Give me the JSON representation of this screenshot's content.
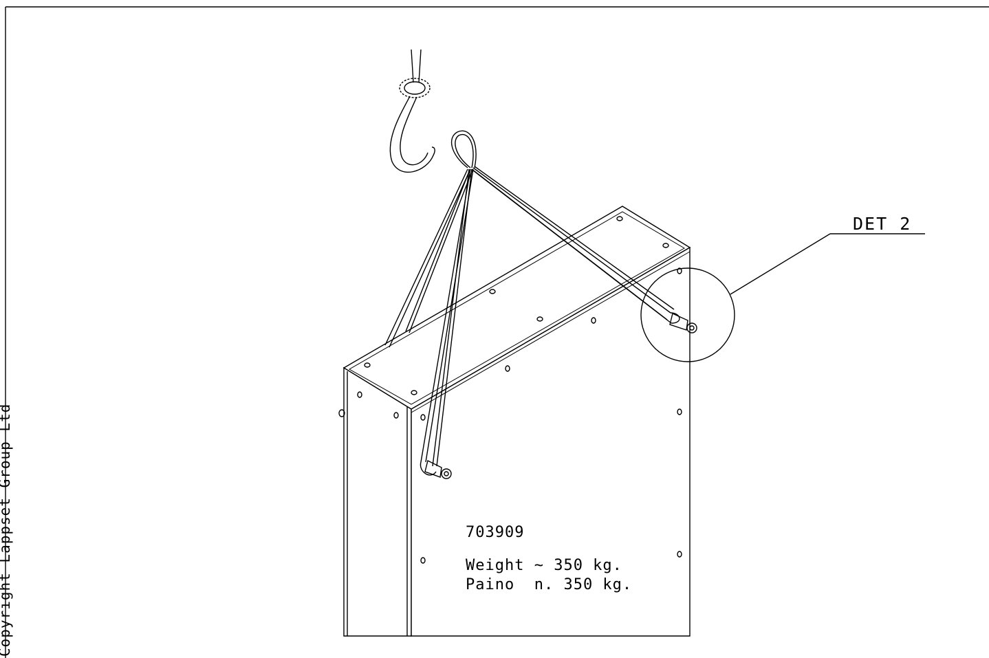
{
  "detail_callout": {
    "label": "DET 2"
  },
  "product": {
    "code": "703909",
    "weight_en": "Weight ~ 350 kg.",
    "weight_fi": "Paino  n. 350 kg."
  },
  "copyright": "Copyright Lappset Group Ltd"
}
